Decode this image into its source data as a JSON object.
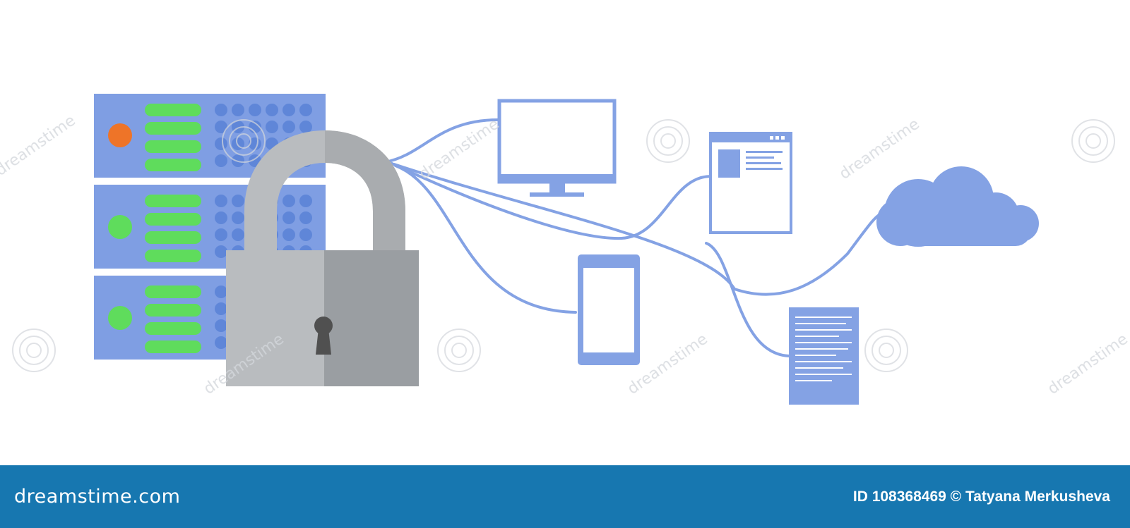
{
  "watermark": {
    "brand_text": "dreamstime"
  },
  "footer": {
    "logo_text": "dreamstime.com",
    "credit_text": "ID 108368469 © Tatyana Merkusheva"
  },
  "colors": {
    "blue": "#84a2e4",
    "server_face": "#7f9ee3",
    "server_dots": "#5f86d8",
    "led_orange": "#ee7428",
    "led_green": "#5fdc5c",
    "lock_light": "#b9bcbf",
    "lock_dark": "#9a9ea2",
    "keyhole": "#505050",
    "footer_bg": "#1777b0"
  },
  "icons": {
    "server": "server-rack-icon",
    "lock": "padlock-icon",
    "monitor": "desktop-monitor-icon",
    "browser": "browser-window-icon",
    "phone": "smartphone-icon",
    "cloud": "cloud-icon",
    "document": "text-document-icon"
  }
}
